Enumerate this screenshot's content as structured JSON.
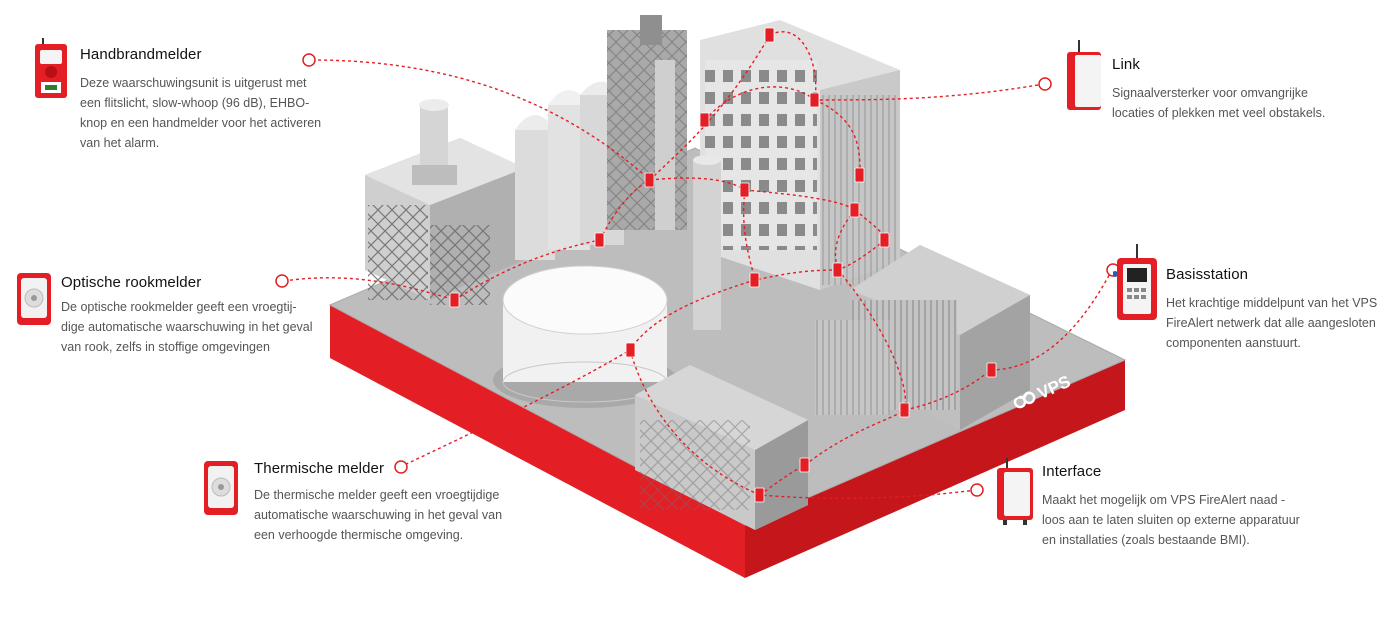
{
  "brand": {
    "name": "VPS",
    "color": "#e31e24"
  },
  "colors": {
    "accent": "#e31e24",
    "ground": "#bdbdbd",
    "building": "#d9d9d9",
    "building_dark": "#9e9e9e"
  },
  "callouts": {
    "handbrandmelder": {
      "title": "Handbrandmelder",
      "text": "Deze waarschuwingsunit is uitgerust met een flitslicht, slow-whoop (96 dB), EHBO-knop en een handmelder voor het activeren van het alarm.",
      "icon": "manual-call-point-icon"
    },
    "optische": {
      "title": "Optische rookmelder",
      "text": "De optische rookmelder geeft een vroegtij-dige automatische waarschuwing in het geval van rook, zelfs in stoffige omgevingen",
      "icon": "smoke-detector-icon"
    },
    "thermische": {
      "title": "Thermische melder",
      "text": "De thermische melder geeft een vroegtijdige automatische waarschuwing in het geval van een verhoogde thermische omgeving.",
      "icon": "heat-detector-icon"
    },
    "link": {
      "title": "Link",
      "text": "Signaalversterker voor omvangrijke locaties of plekken met veel obstakels.",
      "icon": "signal-repeater-icon"
    },
    "basisstation": {
      "title": "Basisstation",
      "text": "Het krachtige middelpunt van het VPS FireAlert netwerk dat alle aangesloten componenten aanstuurt.",
      "icon": "base-station-icon"
    },
    "interface": {
      "title": "Interface",
      "text": "Maakt het mogelijk om VPS FireAlert naad - loos aan te laten sluiten op externe apparatuur en installaties (zoals bestaande BMI).",
      "icon": "interface-unit-icon"
    }
  }
}
